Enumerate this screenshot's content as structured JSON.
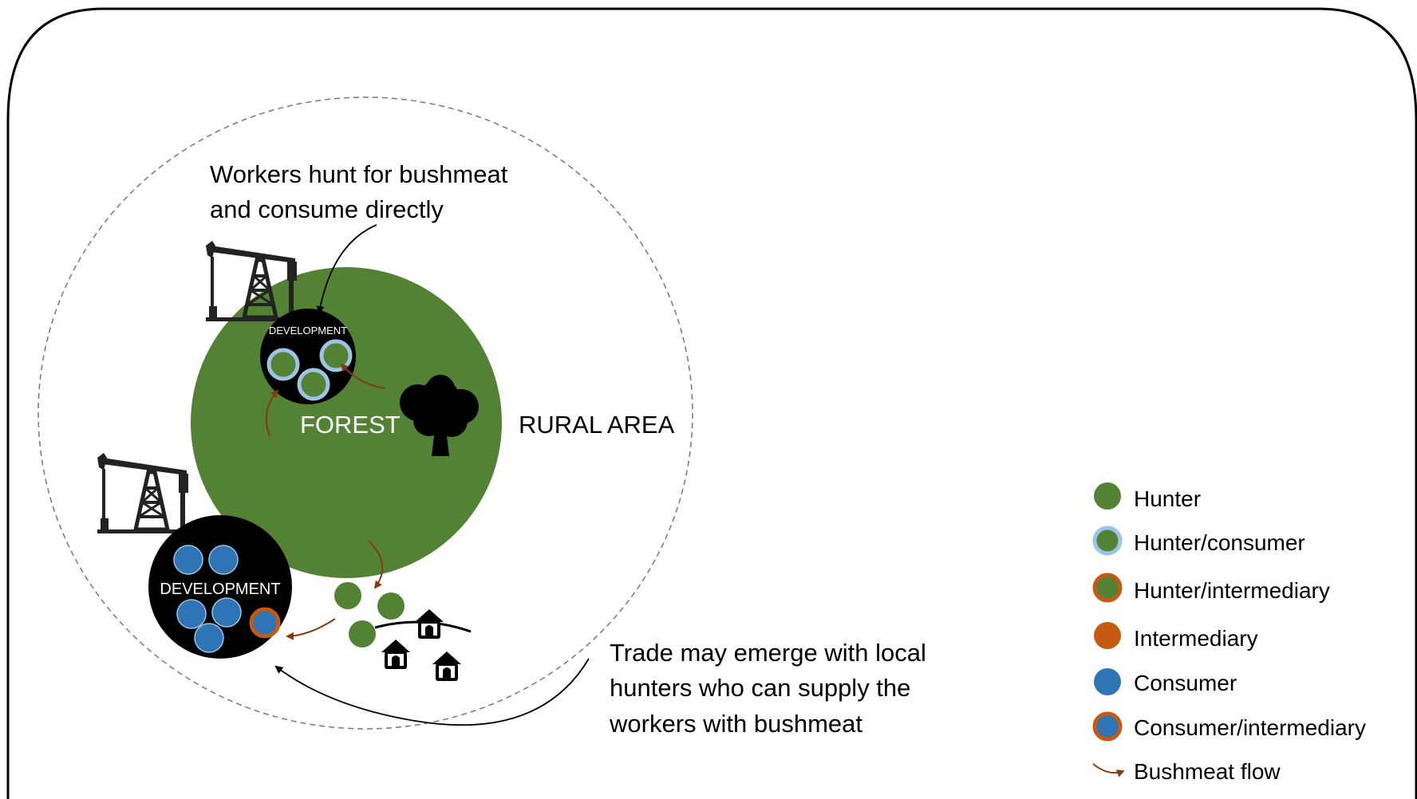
{
  "labels": {
    "forest": "FOREST",
    "rural_area": "RURAL AREA",
    "development_top": "DEVELOPMENT",
    "development_bottom": "DEVELOPMENT"
  },
  "annotations": {
    "workers_line1": "Workers hunt for bushmeat",
    "workers_line2": "and consume directly",
    "trade_line1": "Trade may emerge with local",
    "trade_line2": "hunters who can supply the",
    "trade_line3": "workers with bushmeat"
  },
  "legend": {
    "hunter": "Hunter",
    "hunter_consumer": "Hunter/consumer",
    "hunter_intermediary": "Hunter/intermediary",
    "intermediary": "Intermediary",
    "consumer": "Consumer",
    "consumer_intermediary": "Consumer/intermediary",
    "bushmeat_flow": "Bushmeat flow"
  },
  "colors": {
    "forest_green": "#548235",
    "consumer_blue": "#2e75b6",
    "intermediary_orange": "#c55a11",
    "hunter_consumer_ring": "#9dc3e6",
    "flow_arrow": "#843c0c"
  }
}
